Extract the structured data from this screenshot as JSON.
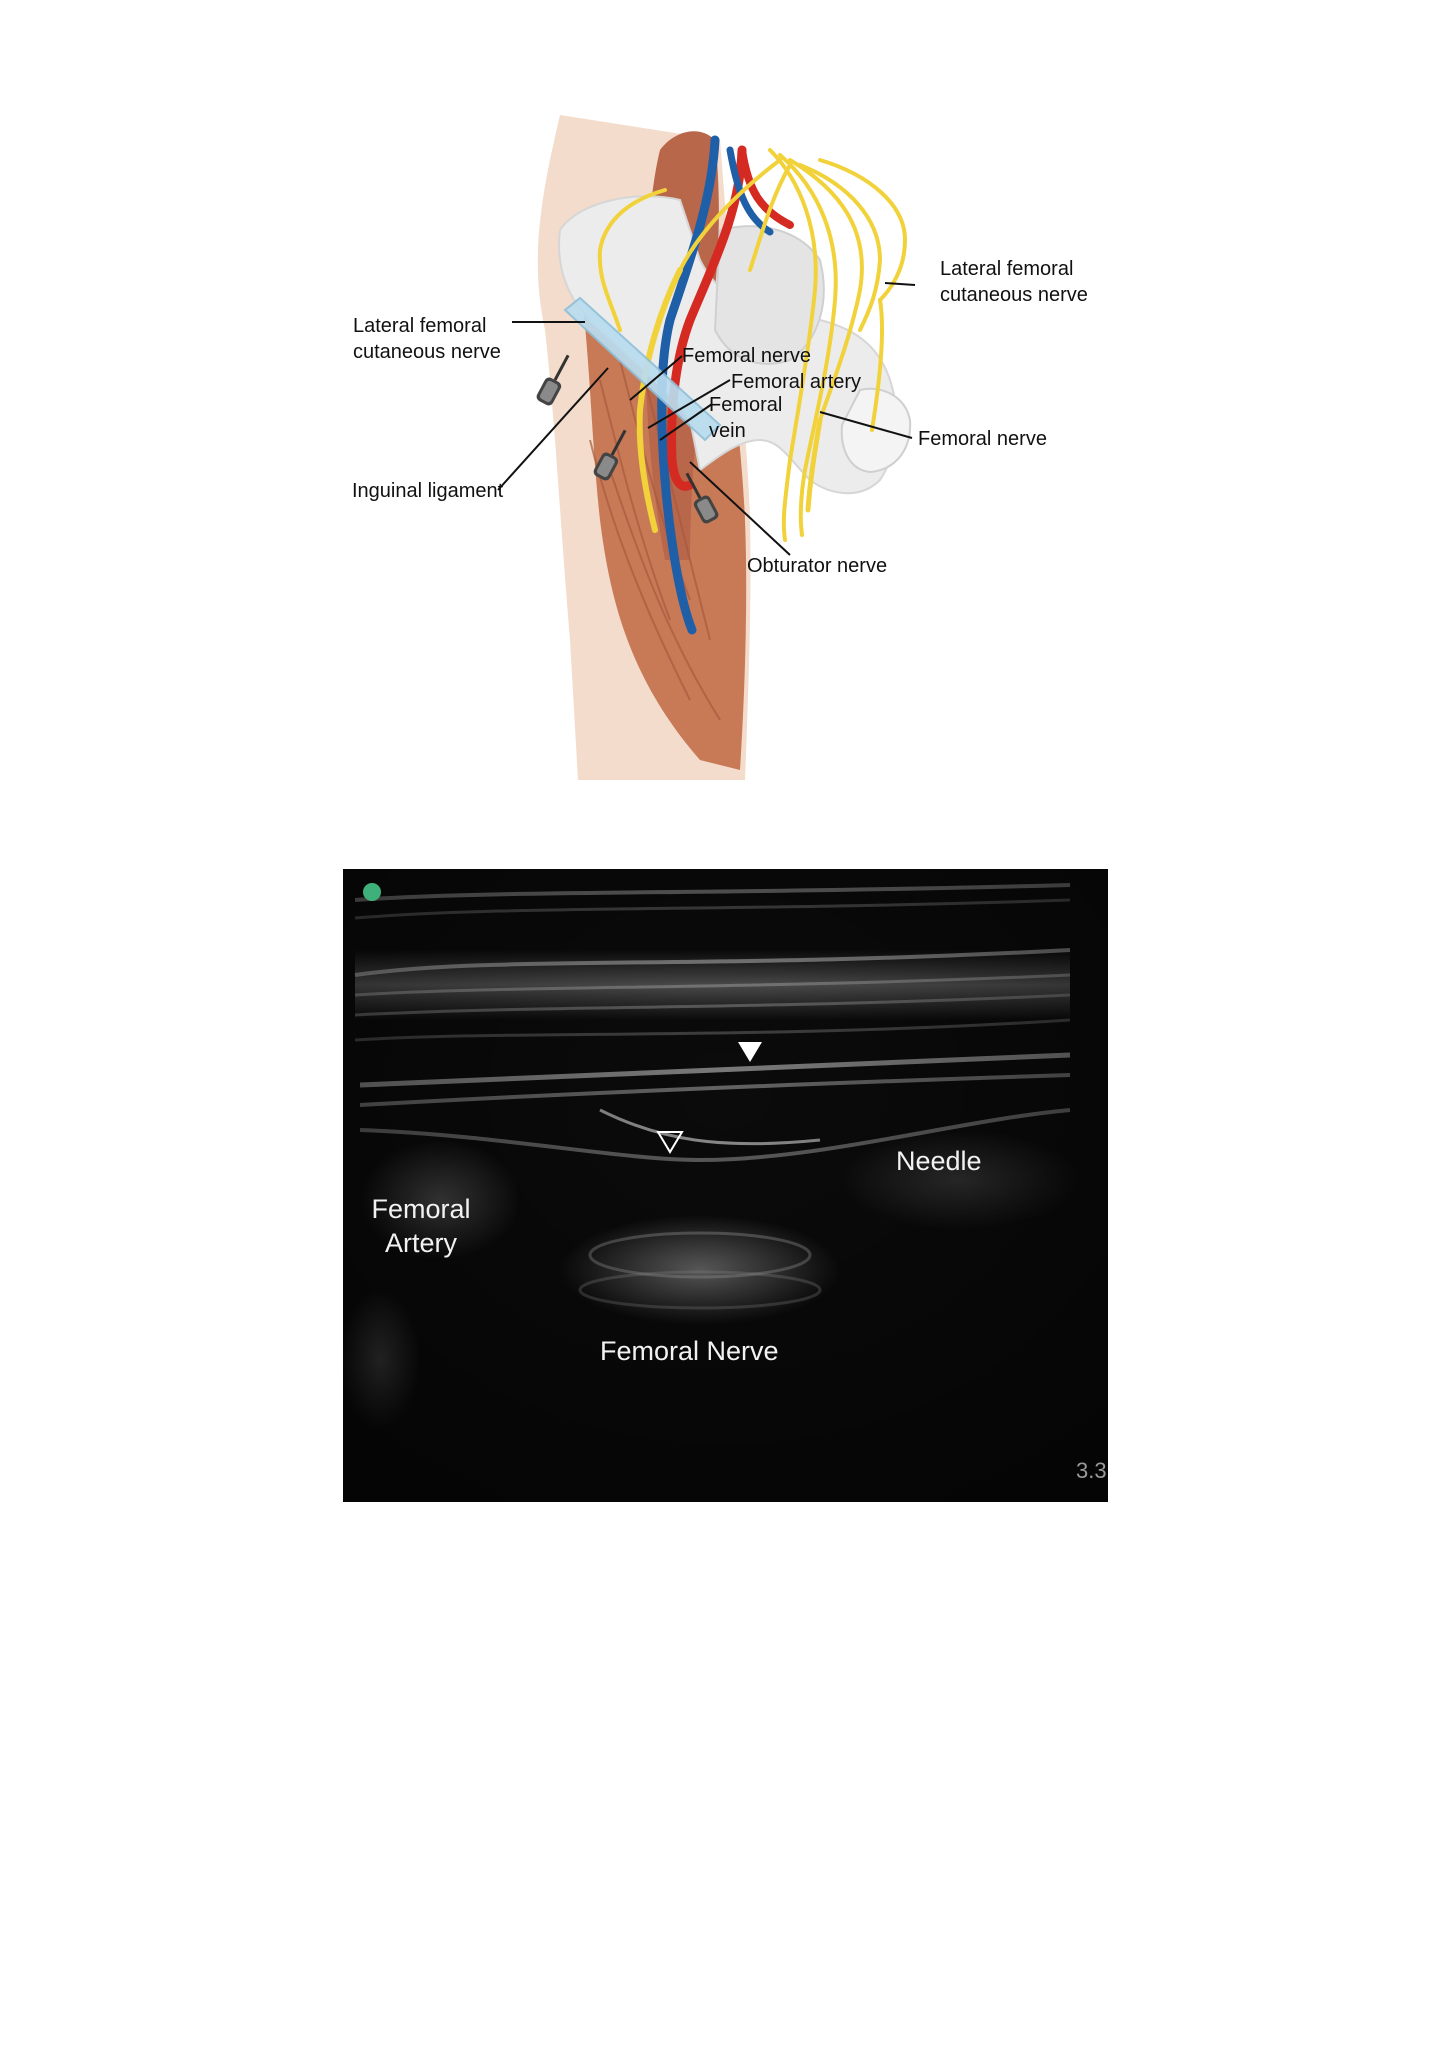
{
  "anatomy": {
    "labels": {
      "lfcn_left": "Lateral femoral\ncutaneous nerve",
      "lfcn_right": "Lateral femoral\ncutaneous nerve",
      "inguinal_ligament": "Inguinal ligament",
      "femoral_nerve_center": "Femoral nerve",
      "femoral_artery": "Femoral artery",
      "femoral_vein": "Femoral\nvein",
      "femoral_nerve_right": "Femoral nerve",
      "obturator_nerve": "Obturator nerve"
    },
    "colors": {
      "muscle": "#c87a56",
      "skin": "#f0d8c4",
      "artery": "#d42a22",
      "vein": "#1f5fa8",
      "nerve": "#f2d23a",
      "bone": "#ececec",
      "ligament": "#b9dcef"
    }
  },
  "ultrasound": {
    "labels": {
      "femoral_artery": "Femoral\nArtery",
      "needle": "Needle",
      "femoral_nerve": "Femoral Nerve"
    },
    "depth_marker": "3.3",
    "colors": {
      "background": "#0b0b0b",
      "orientation_dot": "#3fb07a"
    }
  }
}
